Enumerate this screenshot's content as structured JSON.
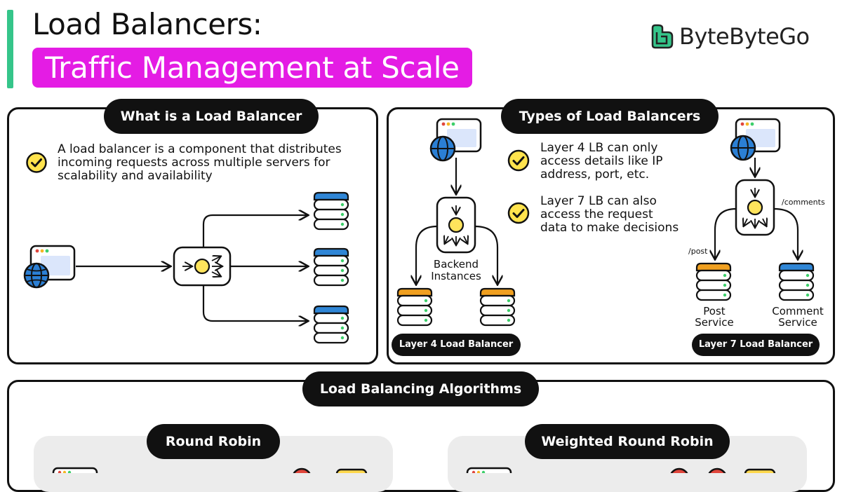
{
  "header": {
    "title": "Load Balancers:",
    "subtitle": "Traffic Management at Scale",
    "brand": "ByteByteGo"
  },
  "what_is": {
    "heading": "What is a Load Balancer",
    "description": [
      "A load balancer is a component that distributes",
      "incoming requests across multiple servers for",
      "scalability and availability"
    ]
  },
  "types": {
    "heading": "Types of Load Balancers",
    "layer4_point": [
      "Layer 4 LB can only",
      "access details like IP",
      "address, port, etc."
    ],
    "layer7_point": [
      "Layer 7 LB can also",
      "access the request",
      "data to make decisions"
    ],
    "backend_label": [
      "Backend",
      "Instances"
    ],
    "layer4_label": "Layer 4 Load Balancer",
    "layer7_label": "Layer 7 Load Balancer",
    "route_post": "/post",
    "route_comments": "/comments",
    "post_service": [
      "Post",
      "Service"
    ],
    "comment_service": [
      "Comment",
      "Service"
    ]
  },
  "algorithms": {
    "heading": "Load Balancing Algorithms",
    "round_robin": "Round Robin",
    "weighted_round_robin": "Weighted Round Robin"
  },
  "colors": {
    "accent_bar": "#35c58a",
    "subtitle_bg": "#e41ce4",
    "server_blue": "#2f86d6",
    "server_orange": "#f0a020",
    "balancer_core": "#ffe45c",
    "check_yellow": "#ffe34d",
    "browser_window": "#dbe6fb",
    "globe": "#2b7fd4",
    "brand_green": "#35c58a"
  }
}
